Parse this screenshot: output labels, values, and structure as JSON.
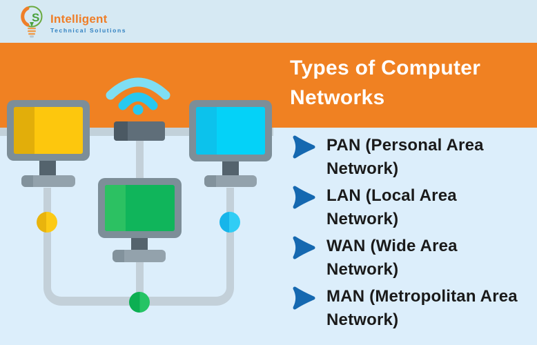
{
  "brand": {
    "name": "Intelligent",
    "subname": "Technical Solutions",
    "logo_icon": "lightbulb-logo-icon",
    "name_color": "#EF7E28",
    "subname_color": "#2E7FC0"
  },
  "header": {
    "title": "Types of Computer Networks",
    "band_color": "#F08122",
    "title_color": "#FFFFFF"
  },
  "network_types": {
    "bullet_icon": "arrow-right-bullet",
    "bullet_color": "#1568B0",
    "items": [
      "PAN (Personal Area Network)",
      "LAN (Local Area Network)",
      "WAN (Wide Area Network)",
      "MAN (Metropolitan Area Network)"
    ]
  },
  "illustration": {
    "icons": [
      "wifi-icon",
      "router-icon",
      "yellow-monitor-icon",
      "green-monitor-icon",
      "cyan-monitor-icon",
      "network-cable",
      "yellow-node-dot",
      "cyan-node-dot",
      "green-node-dot"
    ],
    "colors": {
      "background_blue": "#DCEEFB",
      "monitor_yellow": "#FDC70D",
      "monitor_green": "#10B55B",
      "monitor_cyan": "#04D2F8",
      "wifi_cyan": "#28C8F0",
      "frame_gray": "#7D8E98",
      "cable_gray": "#C3D0D9"
    }
  }
}
